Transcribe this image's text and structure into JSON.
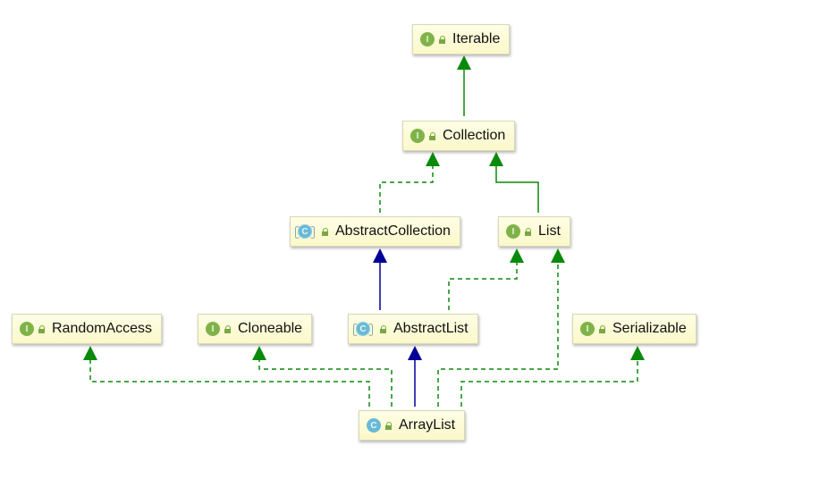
{
  "nodes": {
    "iterable": {
      "label": "Iterable",
      "badge": "I",
      "kind": "interface"
    },
    "collection": {
      "label": "Collection",
      "badge": "I",
      "kind": "interface"
    },
    "abstract_collection": {
      "label": "AbstractCollection",
      "badge": "C",
      "kind": "abstract-class"
    },
    "list": {
      "label": "List",
      "badge": "I",
      "kind": "interface"
    },
    "random_access": {
      "label": "RandomAccess",
      "badge": "I",
      "kind": "interface"
    },
    "cloneable": {
      "label": "Cloneable",
      "badge": "I",
      "kind": "interface"
    },
    "abstract_list": {
      "label": "AbstractList",
      "badge": "C",
      "kind": "abstract-class"
    },
    "serializable": {
      "label": "Serializable",
      "badge": "I",
      "kind": "interface"
    },
    "array_list": {
      "label": "ArrayList",
      "badge": "C",
      "kind": "class"
    }
  },
  "edges": [
    {
      "from": "collection",
      "to": "iterable",
      "type": "extends"
    },
    {
      "from": "abstract_collection",
      "to": "collection",
      "type": "implements"
    },
    {
      "from": "list",
      "to": "collection",
      "type": "extends"
    },
    {
      "from": "abstract_list",
      "to": "abstract_collection",
      "type": "extends-class"
    },
    {
      "from": "abstract_list",
      "to": "list",
      "type": "implements"
    },
    {
      "from": "array_list",
      "to": "abstract_list",
      "type": "extends-class"
    },
    {
      "from": "array_list",
      "to": "list",
      "type": "implements"
    },
    {
      "from": "array_list",
      "to": "random_access",
      "type": "implements"
    },
    {
      "from": "array_list",
      "to": "cloneable",
      "type": "implements"
    },
    {
      "from": "array_list",
      "to": "serializable",
      "type": "implements"
    }
  ],
  "colors": {
    "interface_edge": "#0a8a0a",
    "class_edge": "#000099",
    "interface_badge": "#7fb34a",
    "class_badge": "#69b9d6"
  }
}
